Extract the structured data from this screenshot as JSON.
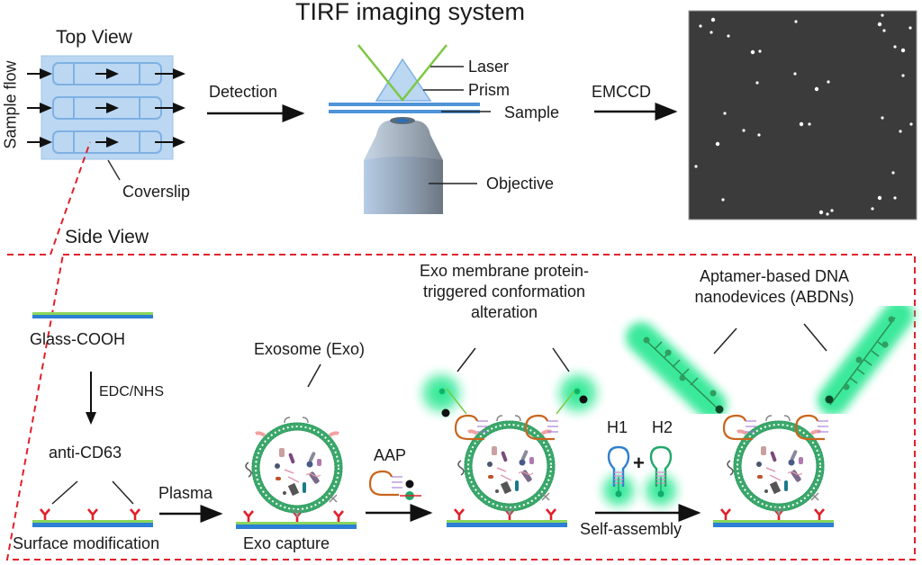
{
  "top": {
    "title": "TIRF imaging system",
    "top_view_label": "Top View",
    "sample_flow_label": "Sample flow",
    "coverslip_label": "Coverslip",
    "detection_label": "Detection",
    "laser_label": "Laser",
    "prism_label": "Prism",
    "sample_label": "Sample",
    "objective_label": "Objective",
    "emccd_label": "EMCCD"
  },
  "side": {
    "side_view_label": "Side View",
    "glass_label": "Glass-COOH",
    "edc_label": "EDC/NHS",
    "anti_cd63_label": "anti-CD63",
    "plasma_label": "Plasma",
    "surface_mod_label": "Surface modification",
    "exosome_label": "Exosome (Exo)",
    "exo_capture_label": "Exo capture",
    "aap_label": "AAP",
    "conformation_label_lines": [
      "Exo membrane protein-",
      "triggered conformation",
      "alteration"
    ],
    "h1_label": "H1",
    "plus_label": "+",
    "h2_label": "H2",
    "self_assembly_label": "Self-assembly",
    "abdn_label_lines": [
      "Aptamer-based DNA",
      "nanodevices (ABDNs)"
    ]
  },
  "colors": {
    "coverslip_fill": "#bcd7f2",
    "channel_stroke": "#7fb1e3",
    "dashed_red": "#e0202a",
    "glass_blue": "#2b7fd4",
    "glass_green": "#8ad65a",
    "antibody_red": "#e0202a",
    "glow_green": "#19e68a",
    "membrane_green": "#3aa86b",
    "aptamer_orange": "#c8651e",
    "h1_blue": "#2f7fd0",
    "h2_green": "#1fa86a",
    "laser_green": "#7cc843",
    "emccd_bg": "#3b3b3b"
  }
}
